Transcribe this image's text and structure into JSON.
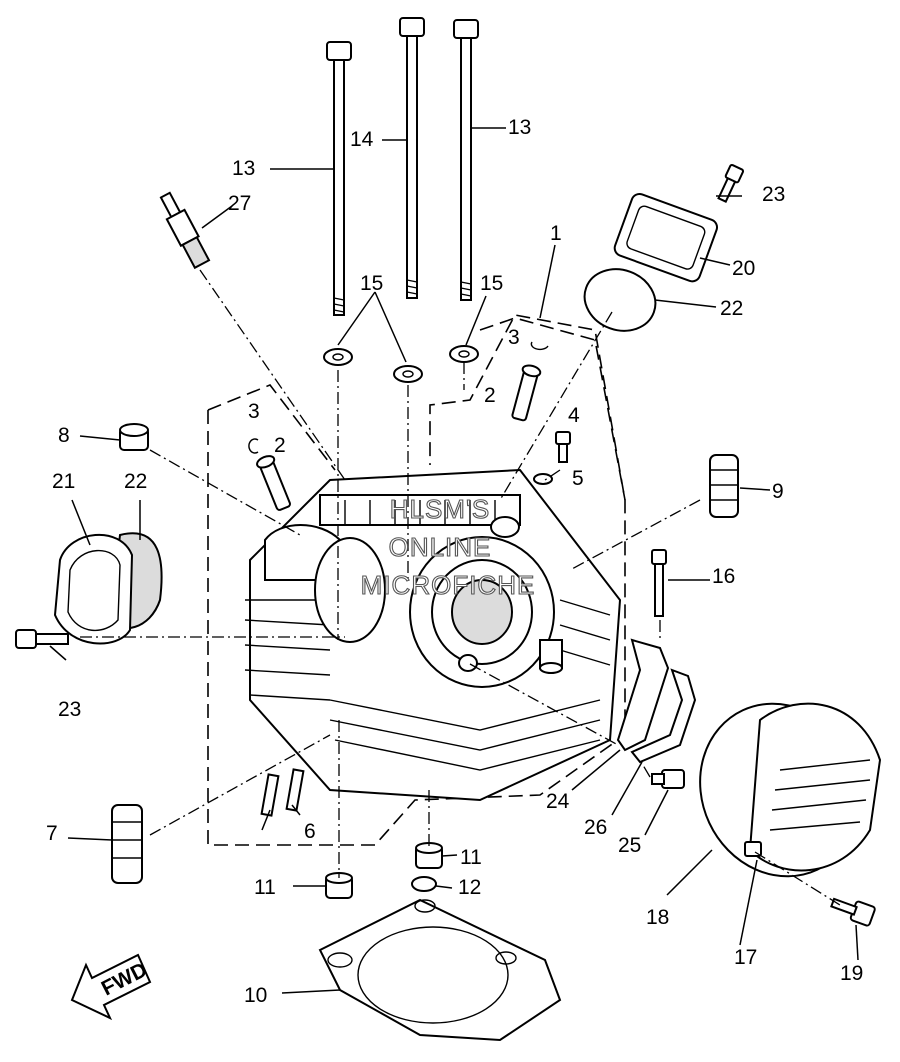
{
  "diagram": {
    "labels": [
      "1",
      "2",
      "2",
      "3",
      "3",
      "4",
      "5",
      "6",
      "7",
      "8",
      "9",
      "10",
      "11",
      "11",
      "12",
      "13",
      "13",
      "14",
      "15",
      "15",
      "16",
      "17",
      "18",
      "19",
      "20",
      "21",
      "22",
      "22",
      "23",
      "23",
      "24",
      "25",
      "26",
      "27"
    ],
    "watermark": [
      "HLSM'S",
      "ONLINE",
      "MICROFICHE"
    ],
    "fwd_tag": "FWD"
  }
}
